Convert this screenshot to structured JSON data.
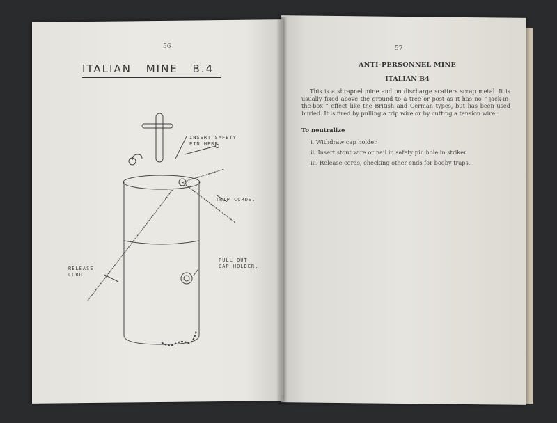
{
  "left_page": {
    "page_number": "56",
    "title": "ITALIAN MINE B.4",
    "diagram_labels": {
      "safety_pin": [
        "INSERT SAFETY",
        "PIN HERE."
      ],
      "trip_cords": "TRIP CORDS.",
      "release_cord": [
        "RELEASE",
        "CORD"
      ],
      "cap_holder": [
        "PULL OUT",
        "CAP HOLDER."
      ]
    }
  },
  "right_page": {
    "page_number": "57",
    "heading": "ANTI-PERSONNEL MINE",
    "subheading": "ITALIAN B4",
    "body": "This is a shrapnel mine and on discharge scatters scrap metal. It is usually fixed above the ground to a tree or post as it has no “ jack-in-the-box ” effect like the British and German types, but has been used buried. It is fired by pulling a trip wire or by cutting a tension wire.",
    "section_title": "To neutralize",
    "steps": [
      "i. Withdraw cap holder.",
      "ii. Insert stout wire or nail in safety pin hole in striker.",
      "iii. Release cords, checking other ends for booby traps."
    ]
  }
}
